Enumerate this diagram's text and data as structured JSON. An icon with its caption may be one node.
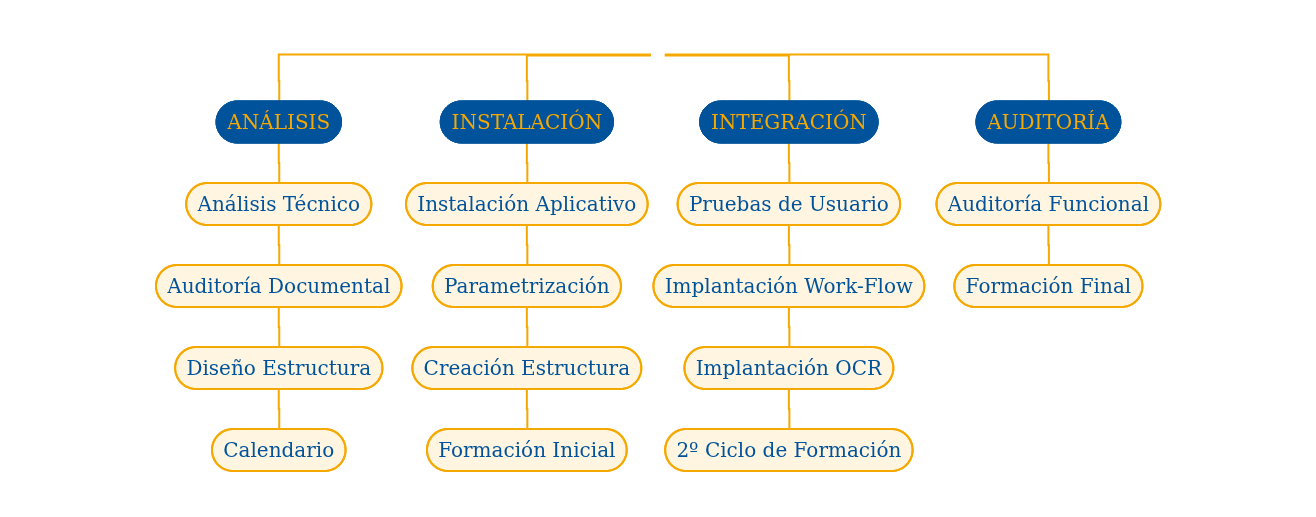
{
  "diagram": {
    "nodes": [
      {
        "text": [
          "ANÁLISIS"
        ]
      },
      {
        "text": [
          "INSTALACIÓN"
        ]
      },
      {
        "text": [
          "INTEGRACIÓN"
        ]
      },
      {
        "text": [
          "AUDITORÍA"
        ]
      },
      {
        "text": [
          "Análisis Técnico"
        ]
      },
      {
        "text": [
          "Instalación Aplicativo"
        ]
      },
      {
        "text": [
          "Pruebas de Usuario"
        ]
      },
      {
        "text": [
          "Auditoría Funcional"
        ]
      },
      {
        "text": [
          "Auditoría Documental"
        ]
      },
      {
        "text": [
          "Parametrización"
        ]
      },
      {
        "text": [
          "Implantación Work-Flow"
        ]
      },
      {
        "text": [
          "Formación Final"
        ]
      },
      {
        "text": [
          "Diseño Estructura"
        ]
      },
      {
        "text": [
          "Creación Estructura"
        ]
      },
      {
        "text": [
          "Implantación OCR"
        ]
      },
      {
        "text": [
          "Calendario"
        ]
      },
      {
        "text": [
          "Formación Inicial"
        ]
      },
      {
        "text": [
          "2º Ciclo de Formación"
        ]
      }
    ],
    "edges": [
      {
        "from": null,
        "to": 0,
        "arrow": "none"
      },
      {
        "from": null,
        "to": 1,
        "arrow": "none"
      },
      {
        "from": null,
        "to": 2,
        "arrow": "none"
      },
      {
        "from": null,
        "to": 3,
        "arrow": "none"
      },
      {
        "from": 0,
        "to": 4,
        "arrow": "none"
      },
      {
        "from": 4,
        "to": 8,
        "arrow": "none"
      },
      {
        "from": 8,
        "to": 12,
        "arrow": "none"
      },
      {
        "from": 12,
        "to": 15,
        "arrow": "none"
      },
      {
        "from": 1,
        "to": 5,
        "arrow": "none"
      },
      {
        "from": 5,
        "to": 9,
        "arrow": "none"
      },
      {
        "from": 9,
        "to": 13,
        "arrow": "none"
      },
      {
        "from": 13,
        "to": 16,
        "arrow": "none"
      },
      {
        "from": 2,
        "to": 6,
        "arrow": "none"
      },
      {
        "from": 6,
        "to": 10,
        "arrow": "none"
      },
      {
        "from": 10,
        "to": 14,
        "arrow": "none"
      },
      {
        "from": 14,
        "to": 17,
        "arrow": "none"
      },
      {
        "from": 3,
        "to": 7,
        "arrow": "none"
      },
      {
        "from": 7,
        "to": 11,
        "arrow": "none"
      }
    ]
  }
}
